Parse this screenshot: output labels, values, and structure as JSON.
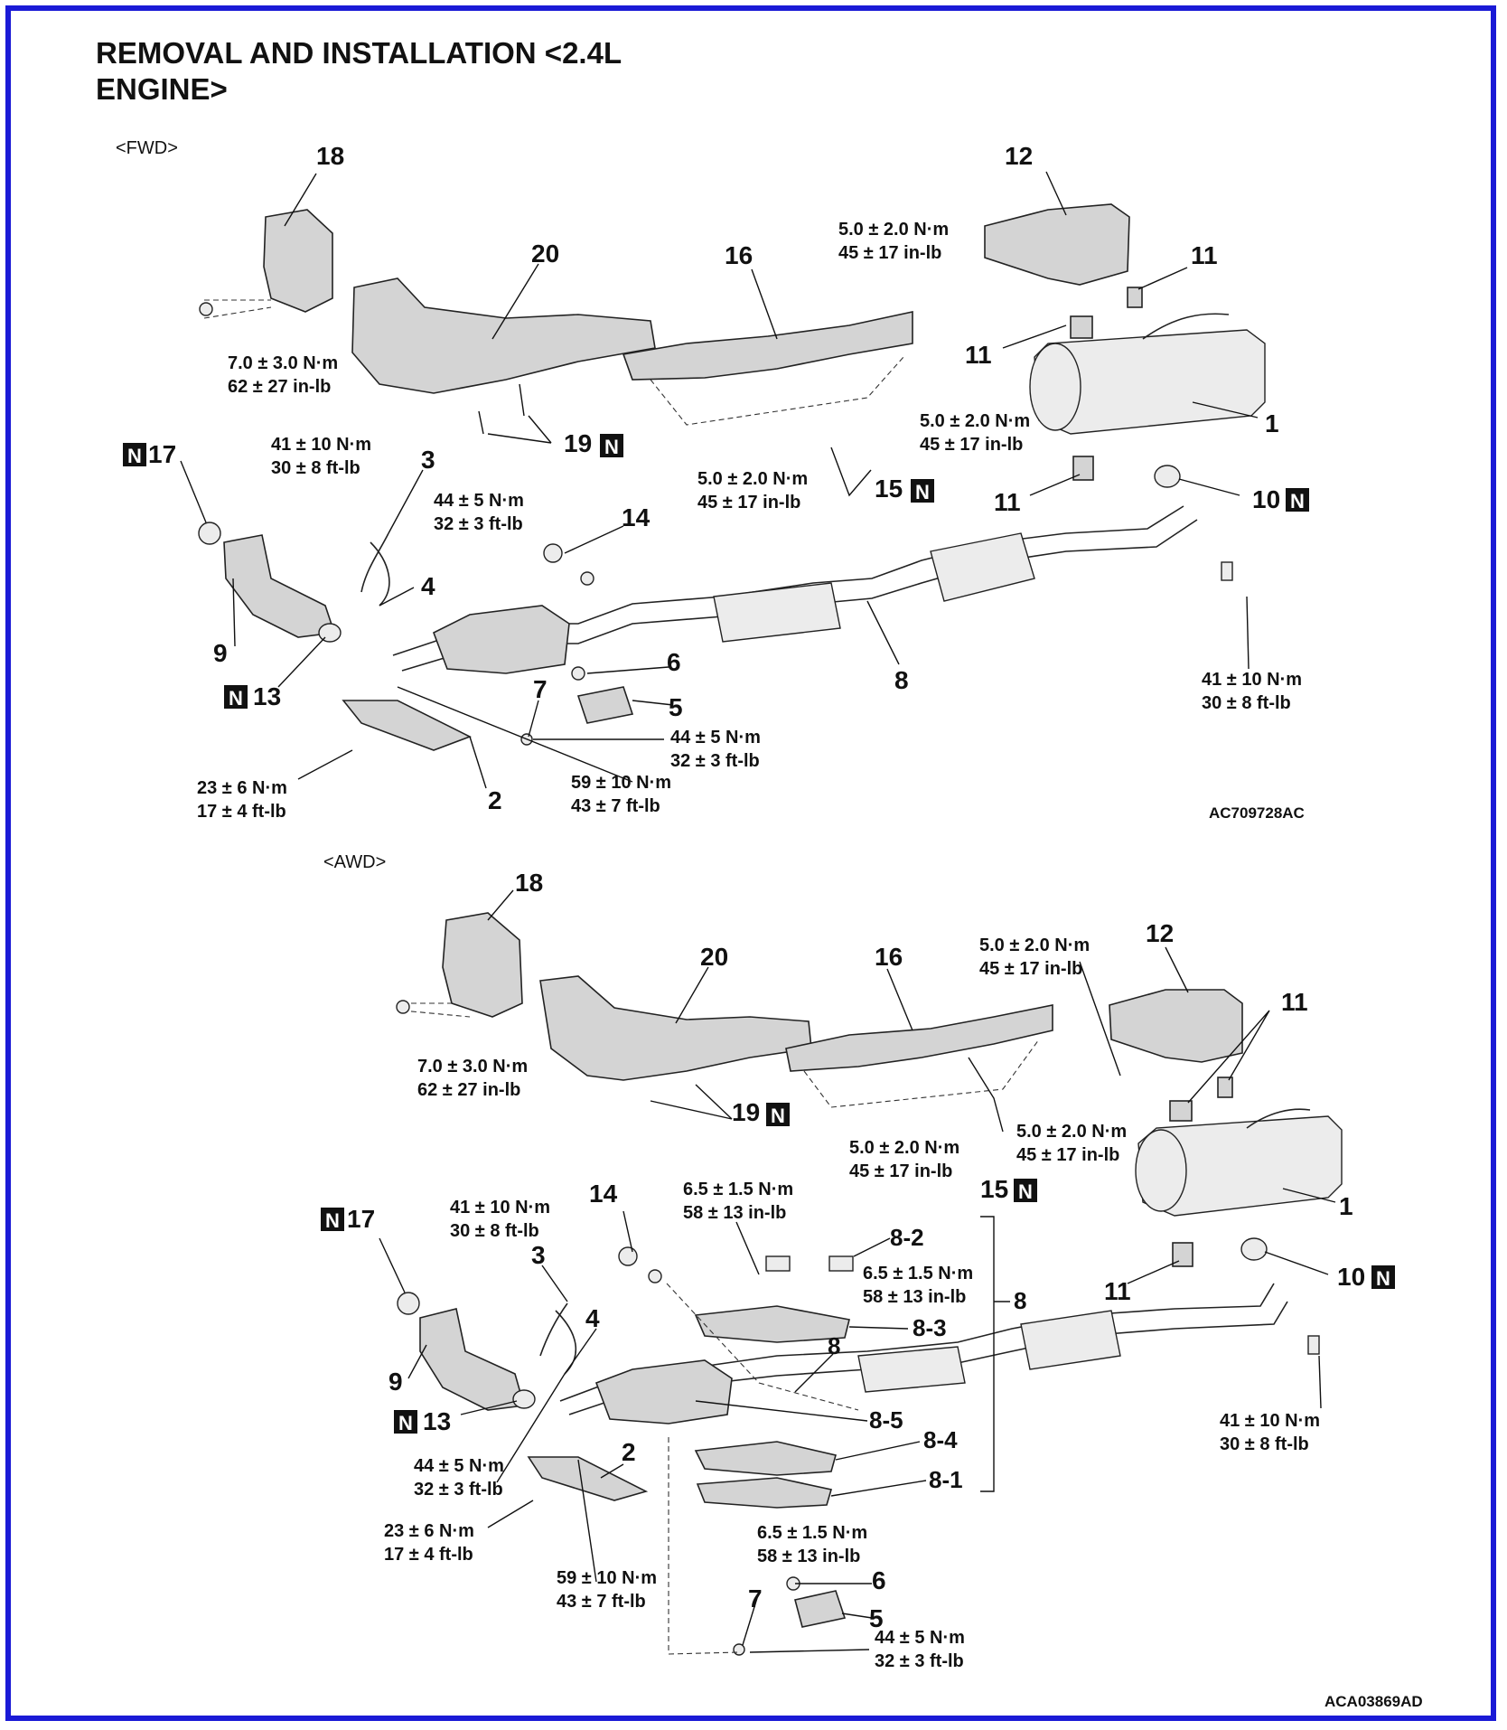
{
  "title_line1": "REMOVAL AND INSTALLATION <2.4L",
  "title_line2": "ENGINE>",
  "new_part_badge": "N",
  "fwd": {
    "section_label": "<FWD>",
    "diagram_code": "AC709728AC",
    "callouts": {
      "c1": "1",
      "c2": "2",
      "c3": "3",
      "c4": "4",
      "c5": "5",
      "c6": "6",
      "c7": "7",
      "c8": "8",
      "c9": "9",
      "c10": "10",
      "c11a": "11",
      "c11b": "11",
      "c11c": "11",
      "c12": "12",
      "c13": "13",
      "c14": "14",
      "c15": "15",
      "c16": "16",
      "c17": "17",
      "c18": "18",
      "c19": "19",
      "c20": "20"
    },
    "torques": {
      "t_heatshield_12_nm": "5.0 ± 2.0 N·m",
      "t_heatshield_12_inlb": "45 ± 17 in-lb",
      "t_18_nm": "7.0 ± 3.0 N·m",
      "t_18_inlb": "62 ± 27 in-lb",
      "t_3_nm": "41 ± 10 N·m",
      "t_3_ftlb": "30 ± 8 ft-lb",
      "t_4_nm": "44 ± 5 N·m",
      "t_4_ftlb": "32 ± 3 ft-lb",
      "t_16_nm": "5.0 ± 2.0 N·m",
      "t_16_inlb": "45 ± 17 in-lb",
      "t_15_nm": "5.0 ± 2.0 N·m",
      "t_15_inlb": "45 ± 17 in-lb",
      "t_10_nm": "41 ± 10 N·m",
      "t_10_ftlb": "30 ± 8 ft-lb",
      "t_5_nm": "44 ± 5 N·m",
      "t_5_ftlb": "32 ± 3 ft-lb",
      "t_7_nm": "59 ± 10 N·m",
      "t_7_ftlb": "43 ± 7 ft-lb",
      "t_2_nm": "23 ± 6 N·m",
      "t_2_ftlb": "17 ± 4 ft-lb"
    }
  },
  "awd": {
    "section_label": "<AWD>",
    "diagram_code": "ACA03869AD",
    "callouts": {
      "c1": "1",
      "c2": "2",
      "c3": "3",
      "c4": "4",
      "c5": "5",
      "c6": "6",
      "c7": "7",
      "c8": "8",
      "c8b": "8",
      "c8_1": "8-1",
      "c8_2": "8-2",
      "c8_3": "8-3",
      "c8_4": "8-4",
      "c8_5": "8-5",
      "c9": "9",
      "c10": "10",
      "c11a": "11",
      "c11b": "11",
      "c12": "12",
      "c13": "13",
      "c14": "14",
      "c15": "15",
      "c16": "16",
      "c17": "17",
      "c18": "18",
      "c19": "19",
      "c20": "20"
    },
    "torques": {
      "t_heatshield_12_nm": "5.0 ± 2.0 N·m",
      "t_heatshield_12_inlb": "45 ± 17 in-lb",
      "t_18_nm": "7.0 ± 3.0 N·m",
      "t_18_inlb": "62 ± 27 in-lb",
      "t_16_nm": "5.0 ± 2.0 N·m",
      "t_16_inlb": "45 ± 17 in-lb",
      "t_15_nm": "5.0 ± 2.0 N·m",
      "t_15_inlb": "45 ± 17 in-lb",
      "t_82_nm": "6.5 ± 1.5 N·m",
      "t_82_inlb": "58 ± 13 in-lb",
      "t_82b_nm": "6.5 ± 1.5 N·m",
      "t_82b_inlb": "58 ± 13 in-lb",
      "t_3_nm": "41 ± 10 N·m",
      "t_3_ftlb": "30 ± 8 ft-lb",
      "t_10_nm": "41 ± 10 N·m",
      "t_10_ftlb": "30 ± 8 ft-lb",
      "t_4_nm": "44 ± 5 N·m",
      "t_4_ftlb": "32 ± 3 ft-lb",
      "t_2_nm": "23 ± 6 N·m",
      "t_2_ftlb": "17 ± 4 ft-lb",
      "t_81_nm": "6.5 ± 1.5 N·m",
      "t_81_inlb": "58 ± 13 in-lb",
      "t_7_nm": "59 ± 10 N·m",
      "t_7_ftlb": "43 ± 7 ft-lb",
      "t_5_nm": "44 ± 5 N·m",
      "t_5_ftlb": "32 ± 3 ft-lb"
    }
  }
}
